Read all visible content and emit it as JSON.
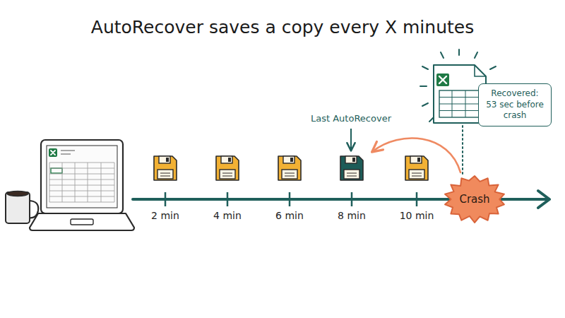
{
  "diagram": {
    "title": "AutoRecover saves a copy every X minutes",
    "nodes": [
      {
        "text": [
          "Recovered: 53 sec before crash"
        ]
      },
      {
        "text": [
          "Crash"
        ]
      }
    ],
    "labels": [
      "2 min",
      "4 min",
      "6 min",
      "8 min",
      "10 min",
      "Last AutoRecover"
    ]
  }
}
